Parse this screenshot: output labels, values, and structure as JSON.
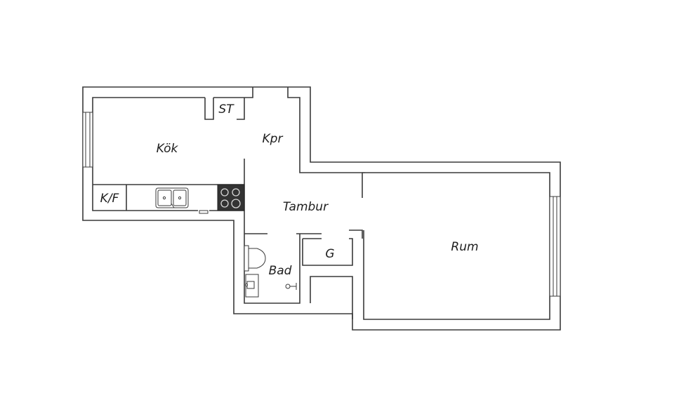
{
  "rooms": {
    "kok": "Kök",
    "st": "ST",
    "kpr": "Kpr",
    "kf": "K/F",
    "tambur": "Tambur",
    "bad": "Bad",
    "g": "G",
    "rum": "Rum"
  },
  "colors": {
    "wall": "#3a3a3a",
    "stove": "#333333",
    "background": "#ffffff"
  }
}
